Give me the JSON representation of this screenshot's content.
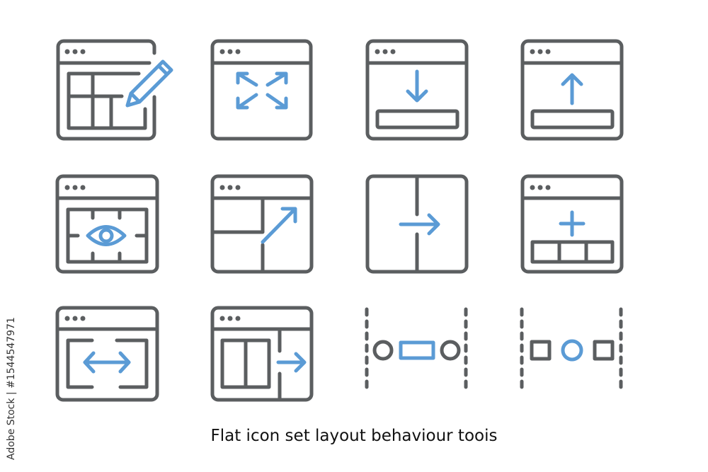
{
  "caption": "Flat icon set layout behaviour toois",
  "credit": "Adobe Stock | #1544547971",
  "watermark": "Adobe Stock",
  "colors": {
    "stroke": "#5b5e60",
    "accent": "#5b9bd5"
  },
  "icons": [
    {
      "name": "edit-layout-icon"
    },
    {
      "name": "fullscreen-expand-icon"
    },
    {
      "name": "download-to-bar-icon"
    },
    {
      "name": "upload-from-bar-icon"
    },
    {
      "name": "view-grid-eye-icon"
    },
    {
      "name": "resize-panel-diagonal-icon"
    },
    {
      "name": "split-move-right-icon"
    },
    {
      "name": "add-row-icon"
    },
    {
      "name": "horizontal-resize-icon"
    },
    {
      "name": "move-column-right-icon"
    },
    {
      "name": "spacing-center-rect-icon"
    },
    {
      "name": "spacing-center-circle-icon"
    }
  ]
}
